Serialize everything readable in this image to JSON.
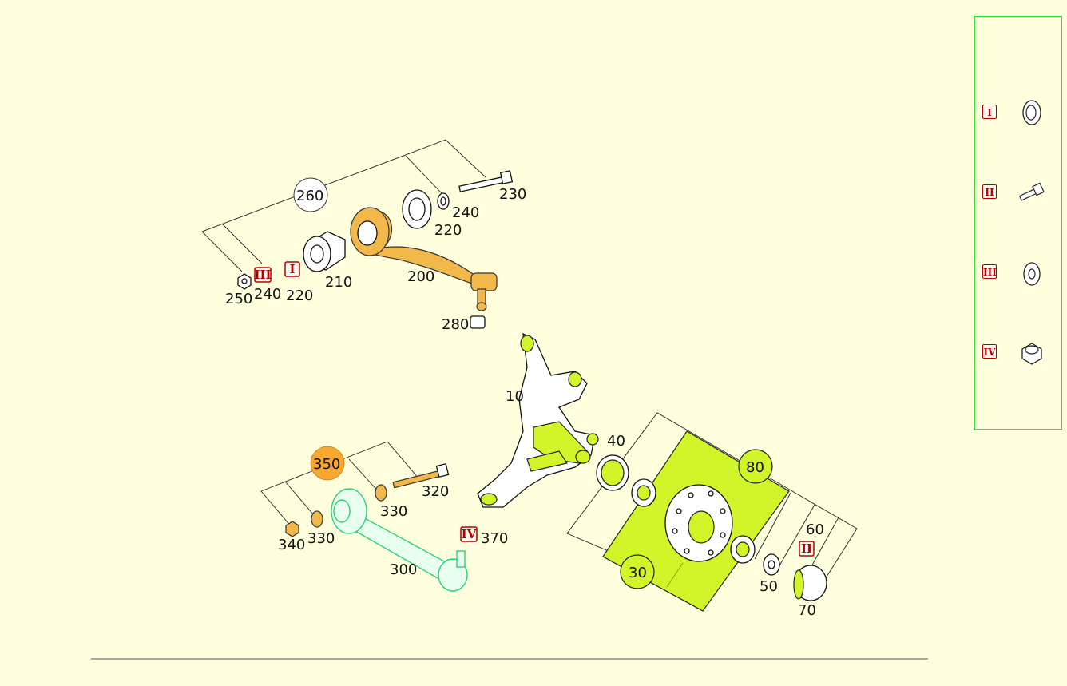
{
  "callouts": {
    "c10": "10",
    "c30": "30",
    "c40": "40",
    "c50": "50",
    "c60": "60",
    "c70": "70",
    "c80": "80",
    "c200": "200",
    "c210": "210",
    "c220a": "220",
    "c220b": "220",
    "c230": "230",
    "c240a": "240",
    "c240b": "240",
    "c250": "250",
    "c260": "260",
    "c280": "280",
    "c300": "300",
    "c320": "320",
    "c330a": "330",
    "c330b": "330",
    "c340": "340",
    "c350": "350",
    "c370": "370"
  },
  "markers": {
    "m1": "I",
    "m2": "II",
    "m3": "III",
    "m4": "IV"
  },
  "legend": {
    "rows": [
      {
        "label": "I",
        "icon": "bushing-ring-icon"
      },
      {
        "label": "II",
        "icon": "bolt-icon"
      },
      {
        "label": "III",
        "icon": "washer-icon"
      },
      {
        "label": "IV",
        "icon": "lock-nut-icon"
      }
    ]
  },
  "colors": {
    "background": "#ffffde",
    "highlight_lime": "#d2f52a",
    "highlight_orange": "#f2b84a",
    "highlight_green_outline": "#2bd07a",
    "marker_red": "#b00000",
    "legend_border": "#33dd33"
  }
}
